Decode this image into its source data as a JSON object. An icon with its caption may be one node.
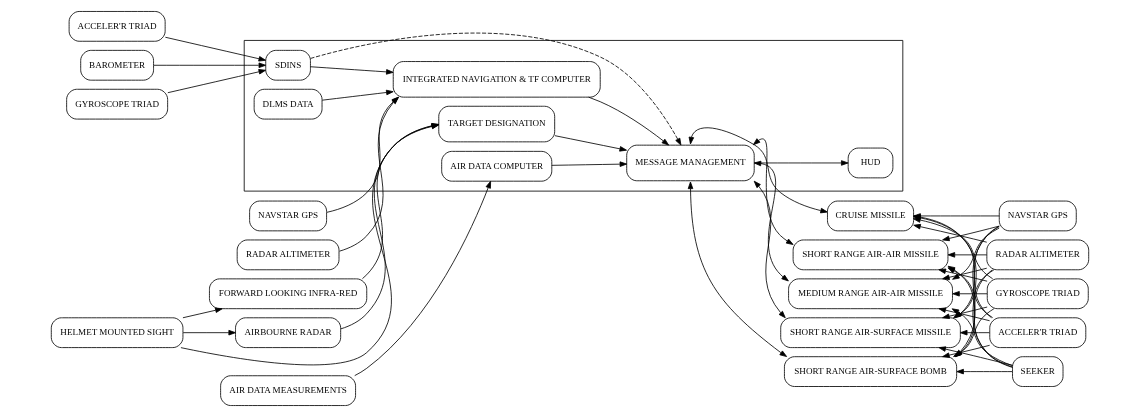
{
  "diagram": {
    "nodes": [
      {
        "text": [],
        "shape": "box"
      },
      {
        "text": [
          "AIRBOURNE RADAR"
        ]
      },
      {
        "text": [
          "HELMET MOUNTED SIGHT"
        ]
      },
      {
        "text": [
          "FORWARD LOOKING INFRA-RED"
        ]
      },
      {
        "text": [
          "CRUISE MISSILE"
        ]
      },
      {
        "text": [
          "GYROSCOPE TRIAD"
        ]
      },
      {
        "text": [
          "TARGET DESIGNATION"
        ],
        "in": 0
      },
      {
        "text": [
          "HUD"
        ],
        "in": 0
      },
      {
        "text": [
          "SHORT RANGE AIR-AIR MISSILE"
        ]
      },
      {
        "text": [
          "NAVSTAR GPS"
        ]
      },
      {
        "text": [
          "RADAR ALTIMETER"
        ]
      },
      {
        "text": [
          "ACCELER'R TRIAD"
        ]
      },
      {
        "text": [
          "SDINS"
        ],
        "in": 0
      },
      {
        "text": [
          "MESSAGE MANAGEMENT"
        ],
        "in": 0
      },
      {
        "text": [
          "MEDIUM RANGE AIR-AIR MISSILE"
        ]
      },
      {
        "text": [
          "GYROSCOPE TRIAD"
        ]
      },
      {
        "text": [
          "BAROMETER"
        ]
      },
      {
        "text": [
          "INTEGRATED NAVIGATION & TF COMPUTER"
        ],
        "in": 0
      },
      {
        "text": [
          "DLMS DATA"
        ],
        "in": 0
      },
      {
        "text": [
          "AIR DATA COMPUTER"
        ],
        "in": 0
      },
      {
        "text": [
          "SHORT RANGE AIR-SURFACE MISSILE"
        ]
      },
      {
        "text": [
          "ACCELER'R TRIAD"
        ]
      },
      {
        "text": [
          "SEEKER"
        ]
      },
      {
        "text": [
          "SHORT RANGE AIR-SURFACE BOMB"
        ]
      },
      {
        "text": [
          "NAVSTAR GPS"
        ]
      },
      {
        "text": [
          "RADAR ALTIMETER"
        ]
      },
      {
        "text": [
          "AIR DATA MEASUREMENTS"
        ]
      }
    ],
    "edges": [
      {
        "from": 2,
        "to": 1,
        "arrow": "to"
      },
      {
        "from": 2,
        "to": 3,
        "arrow": "to"
      },
      {
        "from": 2,
        "to": 6,
        "arrow": "to"
      },
      {
        "from": 1,
        "to": 6,
        "arrow": "to"
      },
      {
        "from": 3,
        "to": 6,
        "arrow": "to"
      },
      {
        "from": 5,
        "to": 12,
        "arrow": "to"
      },
      {
        "from": 11,
        "to": 12,
        "arrow": "to"
      },
      {
        "from": 16,
        "to": 12,
        "arrow": "to"
      },
      {
        "from": 12,
        "to": 13,
        "arrow": "to",
        "style": "dashed"
      },
      {
        "from": 12,
        "to": 17,
        "arrow": "to"
      },
      {
        "from": 17,
        "to": 13,
        "arrow": "to"
      },
      {
        "from": 6,
        "to": 13,
        "arrow": "to"
      },
      {
        "from": 13,
        "to": 7,
        "arrow": "to"
      },
      {
        "from": 18,
        "to": 17,
        "arrow": "to"
      },
      {
        "from": 19,
        "to": 13,
        "arrow": "to"
      },
      {
        "from": 26,
        "to": 19,
        "arrow": "to"
      },
      {
        "from": 24,
        "to": 17,
        "arrow": "to"
      },
      {
        "from": 25,
        "to": 17,
        "arrow": "to"
      },
      {
        "from": 13,
        "to": 4,
        "arrow": "both"
      },
      {
        "from": 13,
        "to": 8,
        "arrow": "both"
      },
      {
        "from": 13,
        "to": 14,
        "arrow": "both"
      },
      {
        "from": 13,
        "to": 20,
        "arrow": "both"
      },
      {
        "from": 13,
        "to": 23,
        "arrow": "both"
      },
      {
        "from": 9,
        "to": 4,
        "arrow": "to"
      },
      {
        "from": 9,
        "to": 8,
        "arrow": "to"
      },
      {
        "from": 9,
        "to": 14,
        "arrow": "to"
      },
      {
        "from": 9,
        "to": 20,
        "arrow": "to"
      },
      {
        "from": 9,
        "to": 23,
        "arrow": "to"
      },
      {
        "from": 10,
        "to": 4,
        "arrow": "to"
      },
      {
        "from": 10,
        "to": 8,
        "arrow": "to"
      },
      {
        "from": 10,
        "to": 14,
        "arrow": "to"
      },
      {
        "from": 10,
        "to": 20,
        "arrow": "to"
      },
      {
        "from": 10,
        "to": 23,
        "arrow": "to"
      },
      {
        "from": 15,
        "to": 4,
        "arrow": "to"
      },
      {
        "from": 15,
        "to": 8,
        "arrow": "to"
      },
      {
        "from": 15,
        "to": 14,
        "arrow": "to"
      },
      {
        "from": 15,
        "to": 20,
        "arrow": "to"
      },
      {
        "from": 15,
        "to": 23,
        "arrow": "to"
      },
      {
        "from": 21,
        "to": 4,
        "arrow": "to"
      },
      {
        "from": 21,
        "to": 8,
        "arrow": "to"
      },
      {
        "from": 21,
        "to": 14,
        "arrow": "to"
      },
      {
        "from": 21,
        "to": 20,
        "arrow": "to"
      },
      {
        "from": 21,
        "to": 23,
        "arrow": "to"
      },
      {
        "from": 22,
        "to": 4,
        "arrow": "to"
      },
      {
        "from": 22,
        "to": 8,
        "arrow": "to"
      },
      {
        "from": 22,
        "to": 14,
        "arrow": "to"
      },
      {
        "from": 22,
        "to": 20,
        "arrow": "to"
      },
      {
        "from": 22,
        "to": 23,
        "arrow": "to"
      }
    ]
  }
}
